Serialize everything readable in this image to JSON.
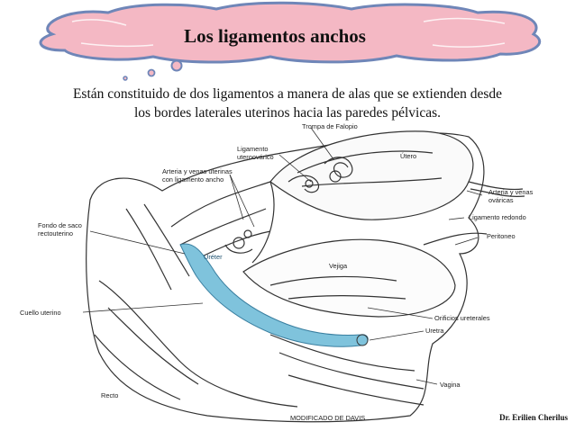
{
  "slide": {
    "title": "Los ligamentos anchos",
    "intro_line1": "Están constituido de dos ligamentos a manera de alas que se extienden desde",
    "intro_line2": "los bordes laterales uterinos hacia las paredes pélvicas.",
    "credit": "Dr. Erilien Cherilus"
  },
  "figure": {
    "labels": {
      "trompa": "Trompa de Falopio",
      "utero": "Útero",
      "lig_uteroovarico_1": "Ligamento",
      "lig_uteroovarico_2": "uteroovárico",
      "arteria_uterina_1": "Arteria y venas uterinas",
      "arteria_uterina_2": "con ligamento ancho",
      "fondo_saco_1": "Fondo de saco",
      "fondo_saco_2": "rectouterino",
      "arteria_ovarica_1": "Arteria y venas",
      "arteria_ovarica_2": "ováricas",
      "lig_redondo": "Ligamento redondo",
      "peritoneo": "Peritoneo",
      "ureter": "Uréter",
      "vejiga": "Vejiga",
      "cuello": "Cuello uterino",
      "orificios": "Orificios ureterales",
      "uretra": "Uretra",
      "recto": "Recto",
      "vagina": "Vagina",
      "modificado": "MODIFICADO DE DAVIS"
    }
  },
  "colors": {
    "cloud_fill": "#f4b8c4",
    "cloud_stroke": "#6f86b8",
    "ureter_blue": "#7fc3dc"
  }
}
